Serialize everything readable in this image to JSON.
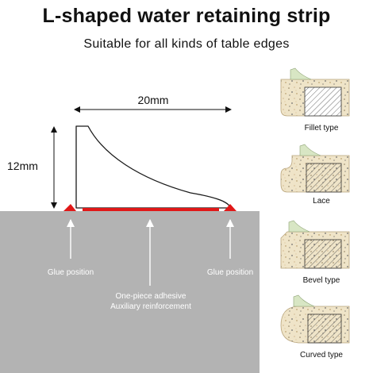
{
  "header": {
    "title": "L-shaped water retaining strip",
    "subtitle": "Suitable for all kinds of table edges"
  },
  "diagram": {
    "width_label": "20mm",
    "height_label": "12mm",
    "glue_left": "Glue position",
    "glue_right": "Glue position",
    "adhesive_line1": "One-piece adhesive",
    "adhesive_line2": "Auxiliary reinforcement"
  },
  "edge_types": [
    {
      "label": "Fillet type"
    },
    {
      "label": "Lace"
    },
    {
      "label": "Bevel type"
    },
    {
      "label": "Curved type"
    }
  ],
  "colors": {
    "table_gray": "#b3b3b3",
    "glue_red": "#e01818",
    "stone": "#efe4c8",
    "strip_green": "#d8e6c4"
  }
}
